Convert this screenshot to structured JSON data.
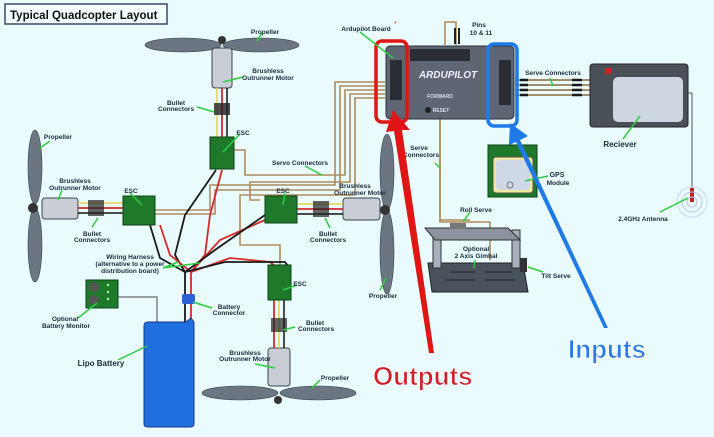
{
  "title": "Typical Quadcopter Layout",
  "labels": {
    "ardupilot_board": "Ardupilot Board",
    "asterisk": "*",
    "pins_1": "Pins",
    "pins_2": "10 & 11",
    "board_logo": "ARDUPILOT",
    "forward": "FORWARD",
    "reset": "RESET",
    "serve_connectors_right": "Serve Connectors",
    "servo_connectors_mid": "Servo Connectors",
    "serve_connectors_board_1": "Serve",
    "serve_connectors_board_2": "Connectors",
    "receiver": "Reciever",
    "antenna": "2.4GHz Antenna",
    "gps_1": "GPS",
    "gps_2": "Module",
    "roll_serve": "Roll Serve",
    "gimbal_1": "Optional",
    "gimbal_2": "2 Axis Gimbal",
    "tilt_serve": "Tilt Serve",
    "propeller": "Propeller",
    "motor_1": "Brushless",
    "motor_2": "Outrunner Motor",
    "bullet_1": "Bullet",
    "bullet_2": "Connectors",
    "esc": "ESC",
    "harness_1": "Wiring Harness",
    "harness_2": "(alternative to a power",
    "harness_3": "distribution board)",
    "battery_connector_1": "Battery",
    "battery_connector_2": "Connector",
    "monitor_1": "Optional",
    "monitor_2": "Battery Monitor",
    "lipo": "Lipo Battery",
    "outputs": "Outputs",
    "inputs": "Inputs"
  },
  "colors": {
    "outputs": "#d0202a",
    "inputs": "#2a7ae6",
    "background": "#e9fbfc"
  }
}
